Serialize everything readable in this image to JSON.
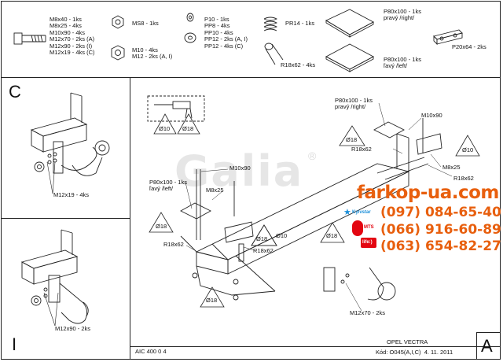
{
  "parts": {
    "bolts": "M8x40 - 1ks\nM8x25 - 4ks\nM10x90 - 4ks\nM12x70 - 2ks (A)\nM12x90 - 2ks (I)\nM12x19 - 4ks (C)",
    "nut_ms8": "MS8 - 1ks",
    "nuts_m10": "M10 - 4ks\nM12 - 2ks (A, I)",
    "washers": "P10 - 1ks\nPP8 - 4ks\nPP10 - 4ks\nPP12 - 2ks (A, I)\nPP12 - 4ks (C)",
    "spring": "PR14 - 1ks",
    "tube": "R18x62 - 4ks",
    "plate_right": "P80x100 - 1ks\npravý /right/",
    "plate_left": "P80x100 - 1ks\nľavý /left/",
    "clamp": "P20x64 - 2ks"
  },
  "panels": {
    "c_letter": "C",
    "c_bolts": "M12x19 - 4ks",
    "i_letter": "I",
    "i_bolts": "M12x90 - 2ks"
  },
  "main": {
    "a_letter": "A",
    "plate_right": "P80x100 - 1ks\npravý /right/",
    "plate_left": "P80x100 - 1ks\nľavý /left/",
    "bolt_m10x90_a": "M10x90",
    "bolt_m10x90_b": "M10x90",
    "bolt_m8x25_a": "M8x25",
    "bolt_m8x25_b": "M8x25",
    "tube_1": "R18x62",
    "tube_2": "R18x62",
    "tube_3": "R18x62",
    "tube_4": "R18x62",
    "bolts_a": "M12x70 - 2ks",
    "drill_10": "Ø10",
    "drill_18": "Ø18",
    "tri_labels": [
      "Ø18",
      "Ø10",
      "Ø18",
      "Ø10",
      "Ø18",
      "Ø18",
      "Ø18"
    ],
    "watermark": "Galia",
    "watermark_reg": "®"
  },
  "footer": {
    "code_left": "AIC 400 0 4",
    "model": "OPEL VECTRA",
    "kod": "Kód: O045(A,I,C)  4. 11. 2011"
  },
  "ads": {
    "site": "farkop-ua.com",
    "phones": [
      "(097) 084-65-40",
      "(066) 916-60-89",
      "(063) 654-82-27"
    ],
    "operators": [
      "Kyivstar",
      "MTS",
      "life:)"
    ]
  },
  "colors": {
    "accent": "#e85f0e",
    "line": "#222222"
  }
}
